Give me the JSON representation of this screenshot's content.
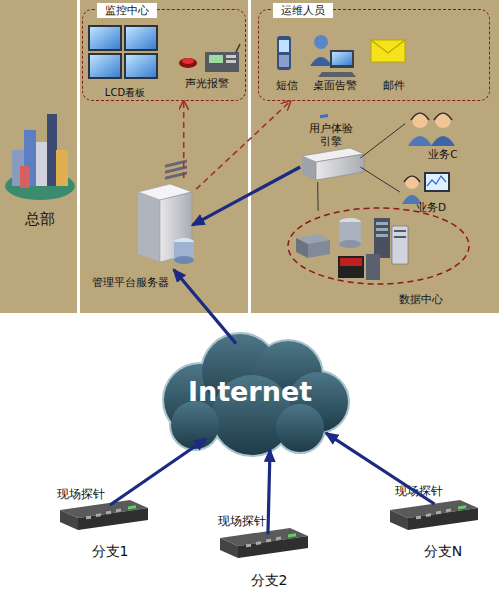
{
  "diagram": {
    "nodes": [
      {
        "text": [
          "监控中心"
        ]
      },
      {
        "text": [
          "LCD看板"
        ],
        "in": 0
      },
      {
        "text": [
          "声光报警"
        ],
        "in": 0
      },
      {
        "text": [
          "运维人员"
        ]
      },
      {
        "text": [
          "短信"
        ],
        "in": 3
      },
      {
        "text": [
          "桌面告警"
        ],
        "in": 3
      },
      {
        "text": [
          "邮件"
        ],
        "in": 3
      },
      {
        "text": [
          "用户体验 引擎"
        ]
      },
      {
        "text": [
          "业务C"
        ]
      },
      {
        "text": [
          "业务D"
        ]
      },
      {
        "text": [
          "数据中心"
        ]
      },
      {
        "text": [
          "管理平台服务器"
        ]
      },
      {
        "text": [
          "总部"
        ]
      },
      {
        "text": [
          "Internet"
        ]
      },
      {
        "text": [
          "现场探针",
          "分支1"
        ]
      },
      {
        "text": [
          "现场探针",
          "分支2"
        ]
      },
      {
        "text": [
          "现场探针",
          "分支N"
        ]
      }
    ],
    "edges": [
      {
        "from": 11,
        "to": 0,
        "arrow": "to"
      },
      {
        "from": 11,
        "to": 3,
        "arrow": "to"
      },
      {
        "from": 7,
        "to": 11,
        "arrow": "to"
      },
      {
        "from": 13,
        "to": 11,
        "arrow": "to"
      },
      {
        "from": 14,
        "to": 13,
        "arrow": "to"
      },
      {
        "from": 15,
        "to": 13,
        "arrow": "to"
      },
      {
        "from": 16,
        "to": 13,
        "arrow": "to"
      },
      {
        "from": 7,
        "to": 8,
        "arrow": "none"
      },
      {
        "from": 7,
        "to": 9,
        "arrow": "none"
      },
      {
        "from": 7,
        "to": 10,
        "arrow": "none"
      }
    ]
  }
}
